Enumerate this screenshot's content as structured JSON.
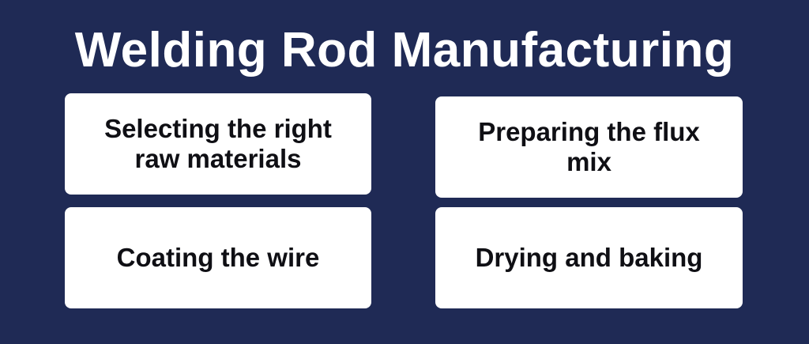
{
  "title": "Welding Rod Manufacturing",
  "cards": [
    {
      "label": "Selecting the right raw materials"
    },
    {
      "label": "Preparing the flux mix"
    },
    {
      "label": "Coating the wire"
    },
    {
      "label": "Drying and baking"
    }
  ],
  "colors": {
    "background": "#1f2a55",
    "card": "#ffffff",
    "text": "#0f0f14",
    "title": "#ffffff"
  }
}
